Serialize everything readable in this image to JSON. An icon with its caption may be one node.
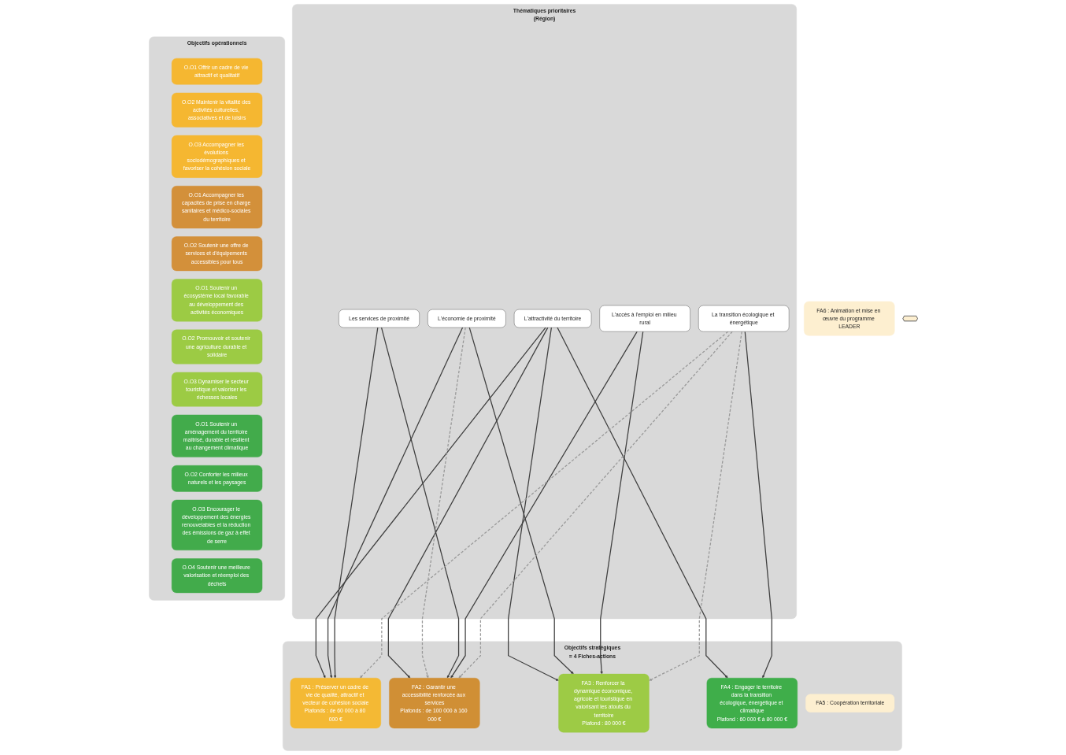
{
  "diagram": {
    "nodes": [
      {
        "text": [
          "Thématiques prioritaires",
          "(Région)"
        ]
      },
      {
        "text": [
          "L'attractivité du territoire"
        ],
        "in": 0
      },
      {
        "text": [
          "L'économie de proximité"
        ],
        "in": 0
      },
      {
        "text": [
          "Les services de proximité"
        ],
        "in": 0
      },
      {
        "text": [
          "L'accès à l'emploi en milieu rural"
        ],
        "in": 0
      },
      {
        "text": [
          "La transition écologique et énergétique"
        ],
        "in": 0
      },
      {
        "text": [
          "Objectifs stratégiques",
          "= 4 Fiches-actions"
        ]
      },
      {
        "text": [
          "FA1 : Préserver un cadre de vie de qualité, attractif et vecteur de cohésion sociale",
          "Plafonds : de 60 000 à 80 000 €"
        ],
        "in": 6
      },
      {
        "text": [
          "FA2 : Garantir une accessibilité renforcée aux services",
          "Plafonds : de 100 000 à 160 000 €"
        ],
        "in": 6
      },
      {
        "text": [
          "FA3 : Renforcer la dynamique économique, agricole et touristique en valorisant les atouts du territoire",
          "Plafond : 80 000 €"
        ],
        "in": 6
      },
      {
        "text": [
          "FA4 : Engager le territoire dans la transition écologique, énergétique et climatique",
          "Plafond : 60 000 € à 80 000 €"
        ],
        "in": 6
      },
      {
        "text": [
          "FA5 : Coopération territoriale"
        ],
        "in": 6
      },
      {
        "text": [
          "FA6 : Animation et mise en œuvre du programme LEADER"
        ]
      },
      {
        "text": [],
        "shape": "cross"
      },
      {
        "text": [
          "Objectifs opérationnels"
        ]
      },
      {
        "text": [
          "O.O1 Offrir un cadre de vie attractif et qualitatif"
        ],
        "in": 14
      },
      {
        "text": [
          "O.O2 Maintenir la vitalité des activités culturelles, associatives et de loisirs"
        ],
        "in": 14
      },
      {
        "text": [
          "O.O3 Accompagner les évolutions sociodémographiques et favoriser la cohésion sociale"
        ],
        "in": 14
      },
      {
        "text": [
          "O.O1 Accompagner les capacités de prise en charge sanitaires et médico-sociales du territoire"
        ],
        "in": 14
      },
      {
        "text": [
          "O.O2 Soutenir une offre de services et d'équipements accessibles pour tous"
        ],
        "in": 14
      },
      {
        "text": [
          "O.O1 Soutenir un écosystème local favorable au développement des activités économiques"
        ],
        "in": 14
      },
      {
        "text": [
          "O.O2 Promouvoir et soutenir une agriculture durable et solidaire"
        ],
        "in": 14
      },
      {
        "text": [
          "O.O3 Dynamiser le secteur touristique et valoriser les richesses locales"
        ],
        "in": 14
      },
      {
        "text": [
          "O.O1 Soutenir un aménagement du territoire maîtrisé, durable et résilient au changement climatique"
        ],
        "in": 14
      },
      {
        "text": [
          "O.O2 Conforter les milieux naturels et les paysages"
        ],
        "in": 14
      },
      {
        "text": [
          "O.O3 Encourager le développement des énergies renouvelables et la réduction des émissions de gaz à effet de serre"
        ],
        "in": 14
      },
      {
        "text": [
          "O.O4 Soutenir une meilleure valorisation et réemploi des déchets"
        ],
        "in": 14
      }
    ],
    "edges": [
      {
        "from": 1,
        "to": 7,
        "arrow": "to"
      },
      {
        "from": 1,
        "to": 8,
        "arrow": "to"
      },
      {
        "from": 1,
        "to": 9,
        "arrow": "to"
      },
      {
        "from": 1,
        "to": 10,
        "arrow": "to"
      },
      {
        "from": 2,
        "to": 7,
        "arrow": "to"
      },
      {
        "from": 2,
        "to": 8,
        "arrow": "to",
        "style": "dashed",
        "color": "#999999"
      },
      {
        "from": 2,
        "to": 9,
        "arrow": "to"
      },
      {
        "from": 3,
        "to": 7,
        "arrow": "to"
      },
      {
        "from": 3,
        "to": 8,
        "arrow": "to"
      },
      {
        "from": 4,
        "to": 8,
        "arrow": "to"
      },
      {
        "from": 4,
        "to": 9,
        "arrow": "to"
      },
      {
        "from": 5,
        "to": 7,
        "arrow": "to",
        "style": "dashed",
        "color": "#999999"
      },
      {
        "from": 5,
        "to": 8,
        "arrow": "to",
        "style": "dashed",
        "color": "#999999"
      },
      {
        "from": 5,
        "to": 9,
        "arrow": "to",
        "style": "dashed",
        "color": "#999999"
      },
      {
        "from": 5,
        "to": 10,
        "arrow": "to"
      }
    ]
  }
}
